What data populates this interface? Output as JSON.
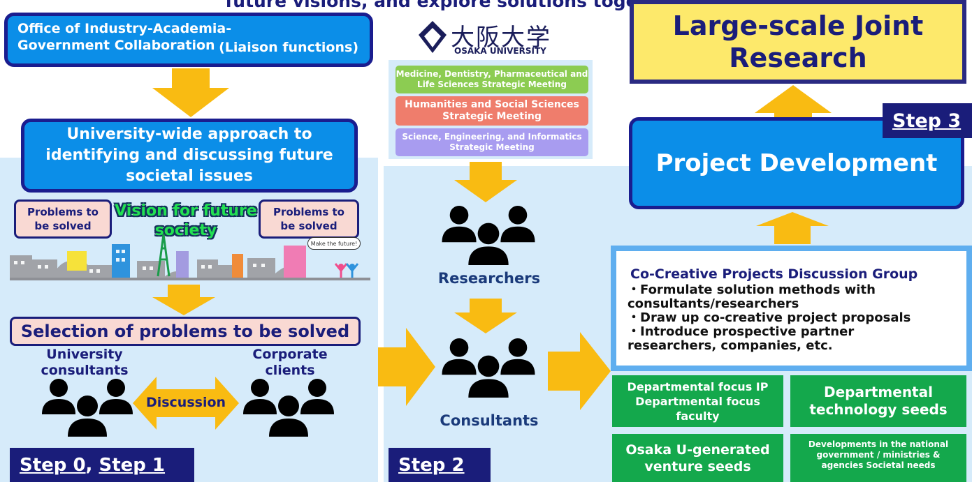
{
  "header": {
    "title": "future visions, and explore solutions together."
  },
  "left": {
    "office": {
      "title": "Office of Industry-Academia-Government Collaboration",
      "sub": "(Liaison functions)"
    },
    "approach": "University-wide approach to identifying and discussing future societal issues",
    "problems_left": "Problems to be solved",
    "problems_right": "Problems to be solved",
    "vision": "Vision for future society",
    "bubble": "Make the future!",
    "selection": "Selection of problems to be solved",
    "univ_consultants": "University consultants",
    "corporate_clients": "Corporate clients",
    "discussion": "Discussion",
    "step_a": "Step 0",
    "step_sep": ", ",
    "step_b": "Step 1"
  },
  "middle": {
    "logo_kanji": "大阪大学",
    "logo_en": "OSAKA UNIVERSITY",
    "meeting1": "Medicine, Dentistry, Pharmaceutical and Life Sciences Strategic Meeting",
    "meeting2": "Humanities and Social Sciences Strategic Meeting",
    "meeting3": "Science, Engineering, and Informatics Strategic Meeting",
    "researchers": "Researchers",
    "consultants": "Consultants",
    "step": "Step 2"
  },
  "right": {
    "large_scale": "Large-scale Joint Research",
    "step": "Step 3",
    "project_dev": "Project Development",
    "group_title": "Co-Creative Projects Discussion Group",
    "group_items": [
      "・Formulate solution methods with consultants/researchers",
      "・Draw up co-creative project proposals",
      "・Introduce prospective partner researchers, companies, etc."
    ],
    "green1": "Departmental focus IP Departmental focus faculty",
    "green2": "Departmental technology seeds",
    "green3": "Osaka U-generated venture seeds",
    "green4": "Developments in the national government / ministries & agencies Societal needs"
  },
  "colors": {
    "navy": "#1a1d7a",
    "blue": "#0b8ee8",
    "arrow": "#f9bb12",
    "green": "#14a84c",
    "panel": "#d6ebfa",
    "yellow": "#fde96b"
  }
}
